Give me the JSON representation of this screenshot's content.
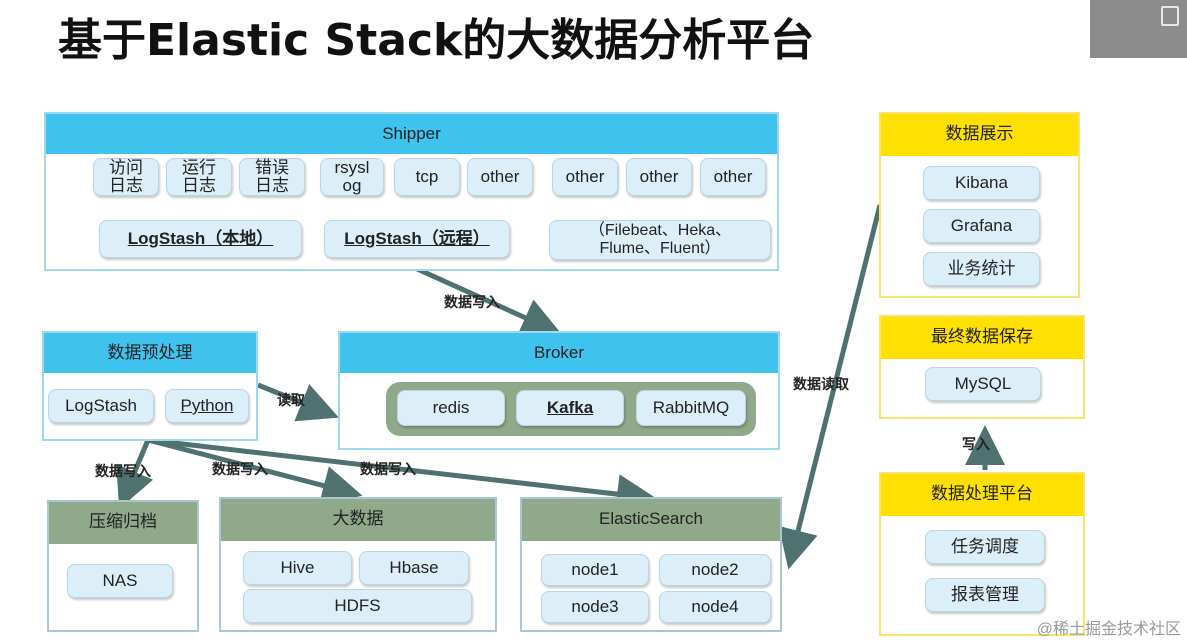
{
  "title": "基于Elastic Stack的大数据分析平台",
  "shipper": {
    "header": "Shipper",
    "log_chips": [
      "访问\n日志",
      "运行\n日志",
      "错误\n日志"
    ],
    "remote_chips": [
      "rsysl\nog",
      "tcp",
      "other"
    ],
    "other_chips": [
      "other",
      "other",
      "other"
    ],
    "local_logstash": "LogStash（本地）",
    "remote_logstash": "LogStash（远程）",
    "beats": "（Filebeat、Heka、\nFlume、Fluent）"
  },
  "preprocess": {
    "header": "数据预处理",
    "items": [
      "LogStash",
      "Python"
    ]
  },
  "broker": {
    "header": "Broker",
    "items": [
      "redis",
      "Kafka",
      "RabbitMQ"
    ]
  },
  "display": {
    "header": "数据展示",
    "items": [
      "Kibana",
      "Grafana",
      "业务统计"
    ]
  },
  "storage": {
    "header": "最终数据保存",
    "items": [
      "MySQL"
    ]
  },
  "processing": {
    "header": "数据处理平台",
    "items": [
      "任务调度",
      "报表管理"
    ]
  },
  "archive": {
    "header": "压缩归档",
    "items": [
      "NAS"
    ]
  },
  "bigdata": {
    "header": "大数据",
    "items": [
      "Hive",
      "Hbase",
      "HDFS"
    ]
  },
  "es": {
    "header": "ElasticSearch",
    "items": [
      "node1",
      "node2",
      "node3",
      "node4"
    ]
  },
  "labels": {
    "write_broker": "数据写入",
    "read": "读取",
    "read_data": "数据读取",
    "write_archive": "数据写入",
    "write_bigdata": "数据写入",
    "write_es": "数据写入",
    "write_mysql": "写入"
  },
  "watermark": "@稀土掘金技术社区",
  "colors": {
    "cyan": "#3ec3ef",
    "gold": "#ffe000",
    "green": "#8fa98a",
    "arrow": "#4f7170"
  }
}
